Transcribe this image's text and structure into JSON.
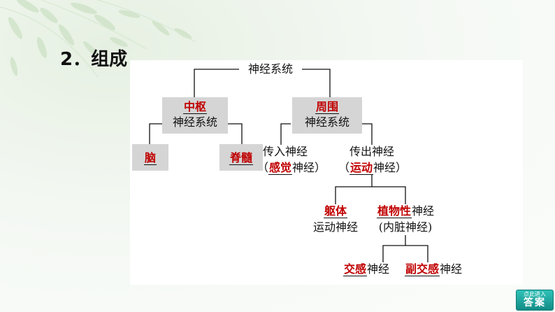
{
  "heading": "2．组成",
  "diagram": {
    "root": "神经系统",
    "central": {
      "name": "中枢",
      "sub": "神经系统"
    },
    "peripheral": {
      "name": "周围",
      "sub": "神经系统"
    },
    "brain": "脑",
    "spinal_cord": "脊髓",
    "afferent": {
      "line1": "传入神经",
      "open": "（",
      "blank": "感觉",
      "close": "神经）"
    },
    "efferent": {
      "line1": "传出神经",
      "open": "（",
      "blank": "运动",
      "close": "神经）"
    },
    "somatic": {
      "name": "躯体",
      "sub": "运动神经"
    },
    "autonomic": {
      "blank": "植物性",
      "suffix": "神经",
      "sub": "(内脏神经)"
    },
    "sympathetic": {
      "blank": "交感",
      "suffix": "神经"
    },
    "parasympathetic": {
      "blank": "副交感",
      "suffix": "神经"
    }
  },
  "enter_button": {
    "top": "点此进入",
    "main": "答案"
  },
  "colors": {
    "answer_red": "#c00000",
    "box_gray": "#d5d5d5",
    "button_teal": "#1aa9a1"
  }
}
